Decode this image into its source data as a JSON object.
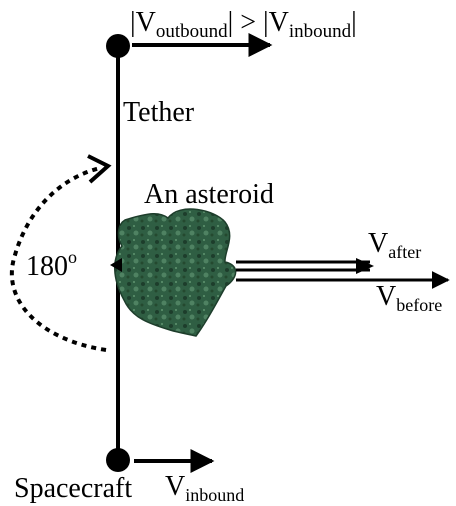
{
  "labels": {
    "velocity_relation": {
      "v1": "|V",
      "sub1": "outbound",
      "mid": "| > |V",
      "sub2": "inbound",
      "end": "|"
    },
    "tether": "Tether",
    "asteroid": "An asteroid",
    "angle": "180",
    "angle_degree": "o",
    "v_after": {
      "main": "V",
      "sub": "after"
    },
    "v_before": {
      "main": "V",
      "sub": "before"
    },
    "spacecraft": "Spacecraft",
    "v_inbound": {
      "main": "V",
      "sub": "inbound"
    }
  },
  "colors": {
    "ink": "#000000",
    "asteroid_fill": "#2f5e43",
    "asteroid_dark": "#1d3d2b",
    "asteroid_light": "#4f8262"
  }
}
